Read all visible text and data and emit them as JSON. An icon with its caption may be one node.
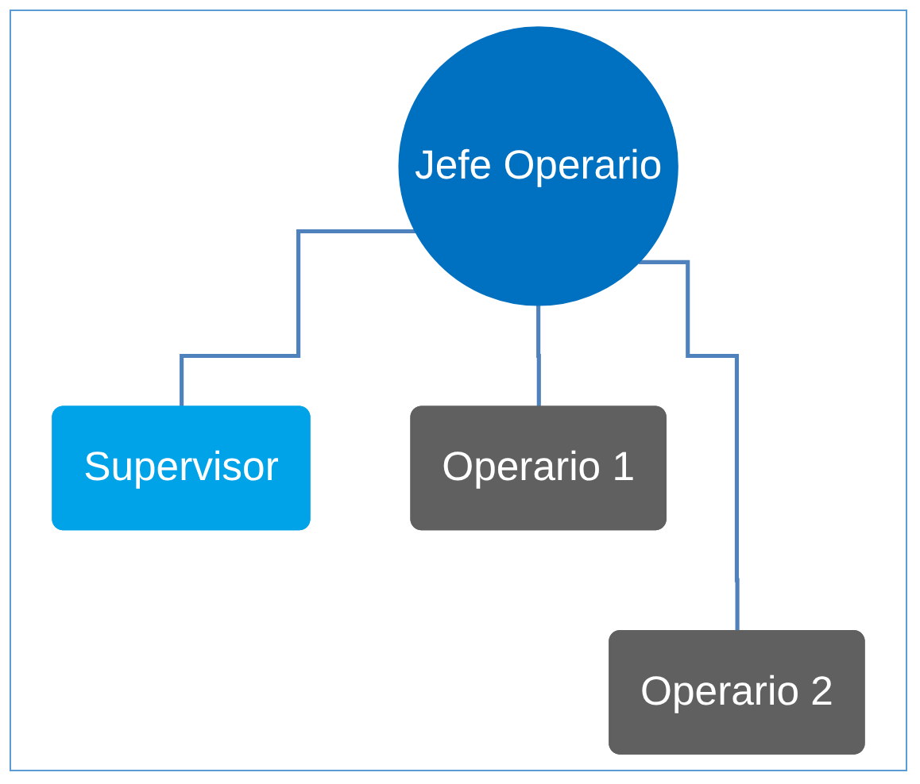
{
  "diagram": {
    "nodes": [
      {
        "text": [
          "Jefe Operario"
        ]
      },
      {
        "text": [
          "Supervisor"
        ]
      },
      {
        "text": [
          "Operario 1"
        ]
      },
      {
        "text": [
          "Operario 2"
        ]
      }
    ],
    "edges": [
      {
        "from": 0,
        "to": 1,
        "arrow": "none"
      },
      {
        "from": 0,
        "to": 2,
        "arrow": "none"
      },
      {
        "from": 0,
        "to": 3,
        "arrow": "none"
      }
    ]
  }
}
